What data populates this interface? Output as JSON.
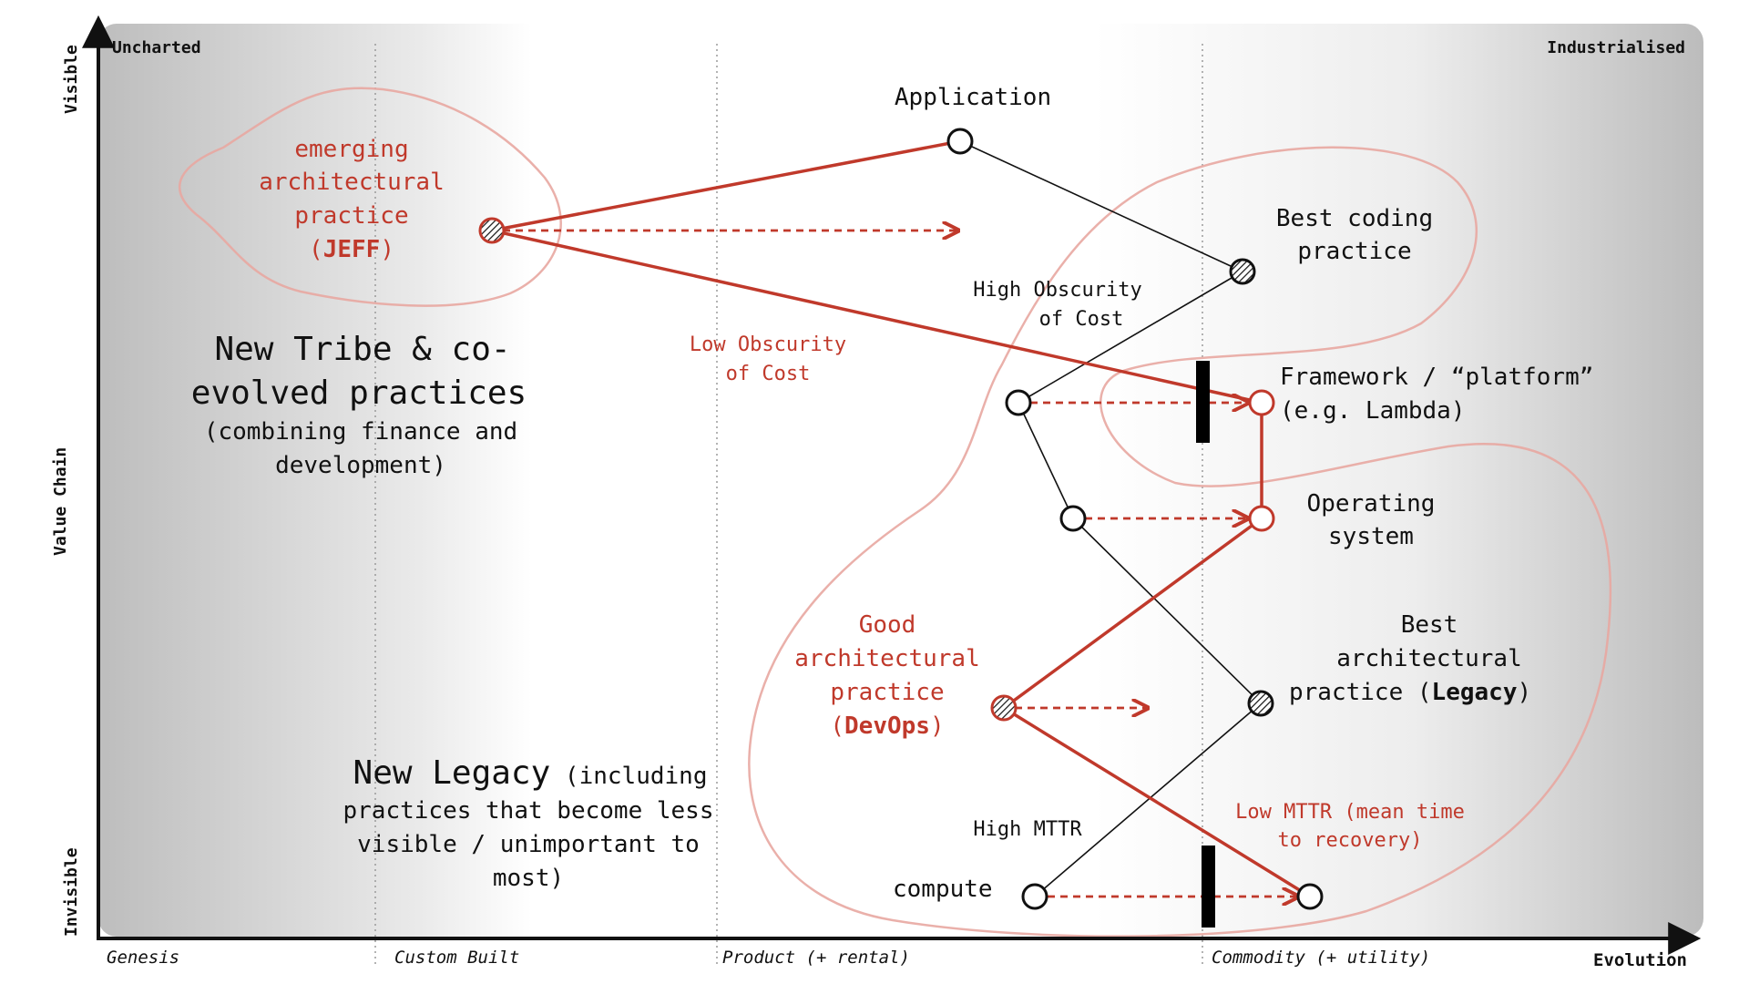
{
  "axes": {
    "y_label": "Value Chain",
    "y_top": "Visible",
    "y_bottom": "Invisible",
    "x_label": "Evolution",
    "stages": [
      "Genesis",
      "Custom Built",
      "Product (+ rental)",
      "Commodity (+ utility)"
    ],
    "corner_left": "Uncharted",
    "corner_right": "Industrialised"
  },
  "colors": {
    "accent": "#c0392b",
    "ink": "#111111",
    "blob": "#e8a7a1"
  },
  "nodes": {
    "application": "Application",
    "best_coding_1": "Best coding",
    "best_coding_2": "practice",
    "framework_1": "Framework / “platform”",
    "framework_2": "(e.g. Lambda)",
    "os_1": "Operating",
    "os_2": "system",
    "best_arch_1": "Best",
    "best_arch_2": "architectural",
    "best_arch_3": "practice (",
    "best_arch_bold": "Legacy",
    "best_arch_4": ")",
    "compute": "compute",
    "emerging_1": "emerging",
    "emerging_2": "architectural",
    "emerging_3": "practice",
    "emerging_4a": "(",
    "emerging_bold": "JEFF",
    "emerging_4b": ")",
    "good_1": "Good",
    "good_2": "architectural",
    "good_3": "practice",
    "good_4a": "(",
    "good_bold": "DevOps",
    "good_4b": ")"
  },
  "annotations": {
    "high_obscurity_1": "High Obscurity",
    "high_obscurity_2": "of Cost",
    "low_obscurity_1": "Low Obscurity",
    "low_obscurity_2": "of Cost",
    "high_mttr": "High MTTR",
    "low_mttr_1": "Low MTTR (mean time",
    "low_mttr_2": "to recovery)",
    "new_tribe_1": "New Tribe & co-",
    "new_tribe_2": "evolved practices",
    "new_tribe_3": "(combining finance and",
    "new_tribe_4": "development)",
    "new_legacy_big": "New Legacy",
    "new_legacy_small": " (including",
    "new_legacy_2": "practices that become less",
    "new_legacy_3": "visible / unimportant to",
    "new_legacy_4": "most)"
  }
}
